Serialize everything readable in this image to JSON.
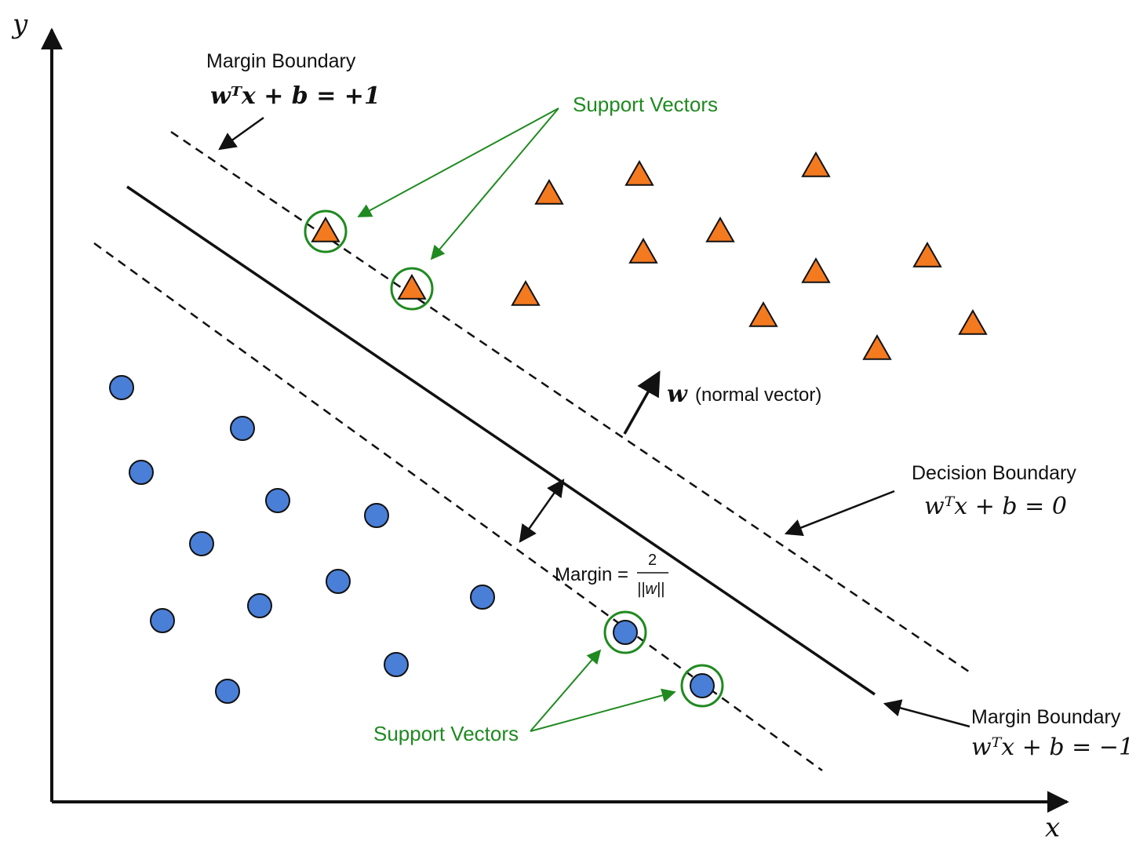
{
  "axes": {
    "x_label": "x",
    "y_label": "y"
  },
  "labels": {
    "margin_top_title": "Margin Boundary",
    "margin_top_eq": "wᵀx + b = +1",
    "support_vectors_top": "Support Vectors",
    "normal_vector_symbol": "w",
    "normal_vector_text": "(normal vector)",
    "decision_title": "Decision Boundary",
    "decision_eq": "wᵀx + b = 0",
    "margin_text": "Margin =",
    "margin_num": "2",
    "margin_den": "||w||",
    "support_vectors_bottom": "Support Vectors",
    "margin_bottom_title": "Margin Boundary",
    "margin_bottom_eq": "wᵀx + b = −1"
  },
  "colors": {
    "triangle_fill": "#f47a20",
    "circle_fill": "#4a7fd8",
    "support_ring": "#1f8a1f",
    "green_text": "#1f8a1f",
    "line": "#111111"
  },
  "classes": {
    "positive_triangles": [
      [
        415,
        295
      ],
      [
        525,
        368
      ],
      [
        700,
        247
      ],
      [
        815,
        223
      ],
      [
        1040,
        212
      ],
      [
        918,
        295
      ],
      [
        820,
        322
      ],
      [
        1040,
        347
      ],
      [
        1182,
        327
      ],
      [
        670,
        376
      ],
      [
        973,
        403
      ],
      [
        1240,
        413
      ],
      [
        1118,
        445
      ]
    ],
    "negative_circles": [
      [
        155,
        494
      ],
      [
        309,
        546
      ],
      [
        180,
        602
      ],
      [
        354,
        638
      ],
      [
        480,
        657
      ],
      [
        257,
        693
      ],
      [
        431,
        741
      ],
      [
        331,
        772
      ],
      [
        615,
        761
      ],
      [
        207,
        791
      ],
      [
        505,
        847
      ],
      [
        290,
        881
      ],
      [
        797,
        806
      ],
      [
        895,
        874
      ]
    ],
    "support_vectors": [
      [
        415,
        295
      ],
      [
        525,
        368
      ],
      [
        797,
        806
      ],
      [
        895,
        874
      ]
    ]
  }
}
